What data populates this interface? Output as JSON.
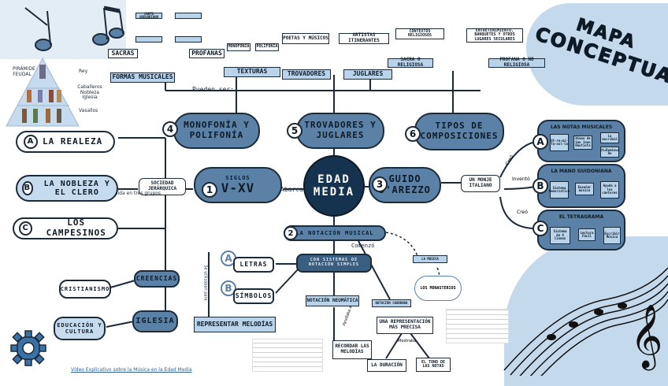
{
  "title": {
    "line1": "MAPA",
    "line2": "CONCEPTUAL"
  },
  "center": {
    "line1": "EDAD",
    "line2": "MEDIA"
  },
  "branches": {
    "siglos": {
      "num": "1",
      "label": "V-XV",
      "small": "SIGLOS"
    },
    "notacion": {
      "num": "2",
      "label": "LA NOTACIÓN MUSICAL"
    },
    "guido": {
      "num": "3",
      "label": "GUIDO D'AREZZO"
    },
    "monofonia": {
      "num": "4",
      "label": "MONOFONÍA Y POLIFONÍA"
    },
    "trovadores": {
      "num": "5",
      "label": "TROVADORES Y JUGLARES"
    },
    "composiciones": {
      "num": "6",
      "label": "TIPOS DE COMPOSICIONES"
    }
  },
  "society": {
    "node": "SOCIEDAD JERÁRQUICA",
    "divided": "dividida en tres grupos",
    "abarca": "Abarca",
    "groups": [
      {
        "letter": "A",
        "label": "LA REALEZA"
      },
      {
        "letter": "B",
        "label": "LA NOBLEZA Y EL CLERO"
      },
      {
        "letter": "C",
        "label": "LOS CAMPESINOS"
      }
    ],
    "creencias": "CREENCIAS",
    "cristianismo": "CRISTIANISMO",
    "iglesia": "IGLESIA",
    "educacion": "EDUCACIÓN Y CULTURA",
    "pyramid_labels": [
      "Rey",
      "Caballeros Nobleza Iglesia",
      "Vasallos",
      "PIRÁMIDE FEUDAL"
    ]
  },
  "top": {
    "formas": "FORMAS MUSICALES",
    "sacras": "SACRAS",
    "profanas": "PROFANAS",
    "texturas": "TEXTURAS",
    "monofonia": "MONOFONÍA",
    "polifonia": "POLIFONÍA",
    "trovadores": "TROVADORES",
    "juglares": "JUGLARES",
    "poetas": "POETAS Y MÚSICOS",
    "artistas": "ARTISTAS ITINERANTES",
    "contextos": "CONTEXTOS RELIGIOSOS",
    "entretenimiento": "ENTRETENIMIENTO, BANQUETES Y OTROS LUGARES SECULARES",
    "sacra_religiosa": "SACRA O RELIGIOSA",
    "profana": "PROFANA O NO RELIGIOSA",
    "pueden_ser": "Pueden ser:",
    "canto": "CANTO GREGORIANO"
  },
  "guido": {
    "monje": "UN MONJE ITALIANO",
    "panels": [
      {
        "letter": "A",
        "title": "LAS NOTAS MUSICALES",
        "items": [
          "Ut-re-mi-fa-sol-la",
          "Himno de San Juan Bautista",
          "Lo escribió",
          "Ut=Dominus Do"
        ]
      },
      {
        "letter": "B",
        "title": "LA MANO GUIDONIANA",
        "items": [
          "Sistema Memorístico",
          "Enseñar música",
          "Ayuda a los cantores"
        ]
      },
      {
        "letter": "C",
        "title": "EL TETRAGRAMA",
        "items": [
          "Sistema de 4 líneas",
          "Lectura Fácil",
          "Escribir Música"
        ]
      }
    ],
    "labels": [
      "Creó",
      "Inventó",
      "Creó"
    ]
  },
  "notation": {
    "comenzo": "Comenzó",
    "sistemas": "CON SISTEMAS DE NOTACIÓN SIMPLES",
    "letras": "LETRAS",
    "simbolos": "SÍMBOLOS",
    "representar": "REPRESENTAR MELODÍAS",
    "utilizaban": "Se utilizaban para",
    "neumatica": "NOTACIÓN NEUMÁTICA",
    "cuadrada": "NOTACIÓN CUADRADA",
    "recordar": "RECORDAR LAS MELODÍAS",
    "representacion": "UNA REPRESENTACIÓN MÁS PRECISA",
    "duracion": "LA DURACIÓN",
    "tono": "EL TONO DE LAS NOTAS",
    "musica": "LA MÚSICA",
    "monasterios": "LOS MONASTERIOS",
    "ayudaba": "Ayudaba a",
    "mostraba": "Mostraba"
  },
  "footer": {
    "link": "Vídeo Explicativo sobre la Música en la Edad Media"
  },
  "colors": {
    "accent": "#5b82a6",
    "light": "#c6dcee",
    "dark": "#1c2b3a",
    "center": "#15324f"
  }
}
